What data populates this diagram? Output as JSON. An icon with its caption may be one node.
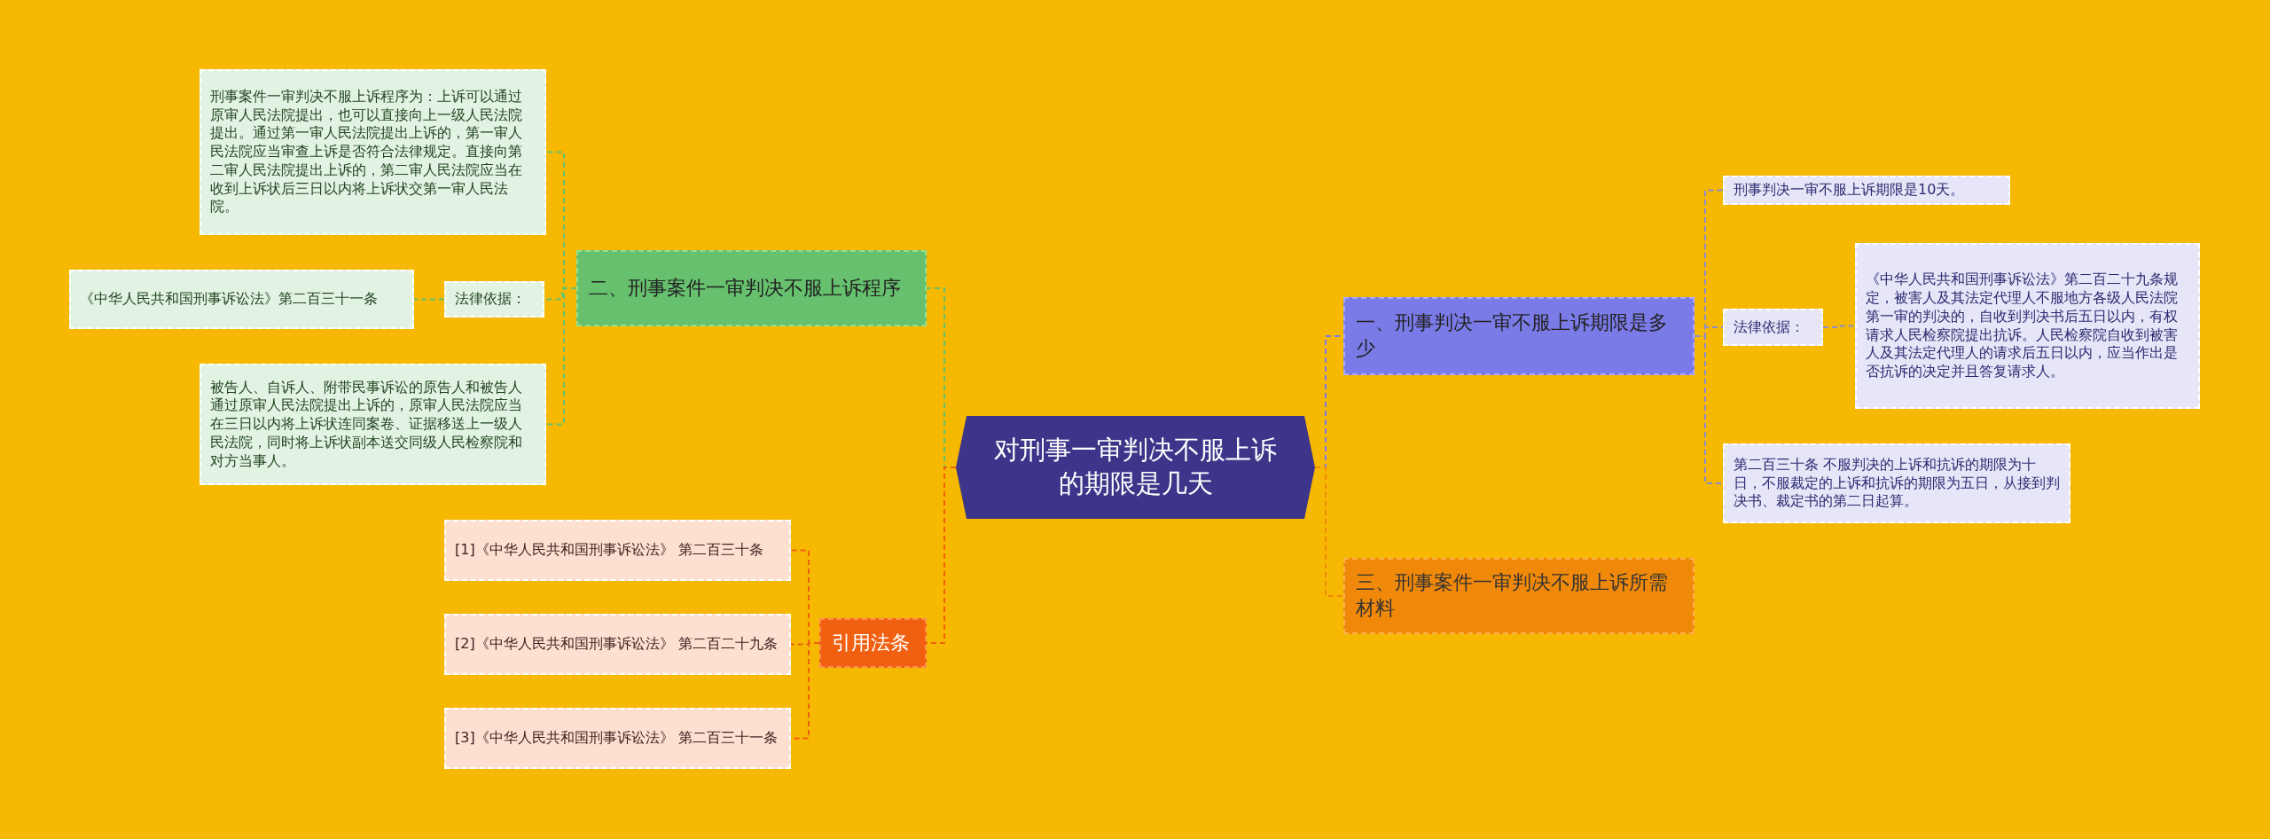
{
  "diagram": {
    "nodes": [
      {
        "text": [
          "对刑事一审判决不服上诉的期限是几天"
        ]
      },
      {
        "text": [
          "一、刑事判决一审不服上诉期限是多少"
        ]
      },
      {
        "text": [
          "刑事判决一审不服上诉期限是10天。"
        ]
      },
      {
        "text": [
          "法律依据："
        ]
      },
      {
        "text": [
          "《中华人民共和国刑事诉讼法》第二百二十九条规定，被害人及其法定代理人不服地方各级人民法院第一审的判决的，自收到判决书后五日以内，有权请求人民检察院提出抗诉。人民检察院自收到被害人及其法定代理人的请求后五日以内，应当作出是否抗诉的决定并且答复请求人。"
        ]
      },
      {
        "text": [
          "第二百三十条  不服判决的上诉和抗诉的期限为十日，不服裁定的上诉和抗诉的期限为五日，从接到判决书、裁定书的第二日起算。"
        ]
      },
      {
        "text": [
          "三、刑事案件一审判决不服上诉所需材料"
        ]
      },
      {
        "text": [
          "二、刑事案件一审判决不服上诉程序"
        ]
      },
      {
        "text": [
          "刑事案件一审判决不服上诉程序为：上诉可以通过原审人民法院提出，也可以直接向上一级人民法院提出。通过第一审人民法院提出上诉的，第一审人民法院应当审查上诉是否符合法律规定。直接向第二审人民法院提出上诉的，第二审人民法院应当在收到上诉状后三日以内将上诉状交第一审人民法院。"
        ]
      },
      {
        "text": [
          "法律依据："
        ]
      },
      {
        "text": [
          "《中华人民共和国刑事诉讼法》第二百三十一条"
        ]
      },
      {
        "text": [
          "被告人、自诉人、附带民事诉讼的原告人和被告人通过原审人民法院提出上诉的，原审人民法院应当在三日以内将上诉状连同案卷、证据移送上一级人民法院，同时将上诉状副本送交同级人民检察院和对方当事人。"
        ]
      },
      {
        "text": [
          "引用法条"
        ]
      },
      {
        "text": [
          "[1]《中华人民共和国刑事诉讼法》 第二百三十条"
        ]
      },
      {
        "text": [
          "[2]《中华人民共和国刑事诉讼法》 第二百二十九条"
        ]
      },
      {
        "text": [
          "[3]《中华人民共和国刑事诉讼法》 第二百三十一条"
        ]
      }
    ],
    "edges": [
      {
        "from": 0,
        "to": 1,
        "arrow": "none",
        "style": "dashed",
        "color": "#7b7be8"
      },
      {
        "from": 0,
        "to": 6,
        "arrow": "none",
        "style": "dashed",
        "color": "#f0890a"
      },
      {
        "from": 0,
        "to": 7,
        "arrow": "none",
        "style": "dashed",
        "color": "#66c06e"
      },
      {
        "from": 0,
        "to": 12,
        "arrow": "none",
        "style": "dashed",
        "color": "#f06010"
      },
      {
        "from": 1,
        "to": 2,
        "arrow": "none",
        "style": "dashed",
        "color": "#8c8cd0"
      },
      {
        "from": 1,
        "to": 3,
        "arrow": "none",
        "style": "dashed",
        "color": "#8c8cd0"
      },
      {
        "from": 1,
        "to": 5,
        "arrow": "none",
        "style": "dashed",
        "color": "#8c8cd0"
      },
      {
        "from": 3,
        "to": 4,
        "arrow": "none",
        "style": "dashed",
        "color": "#8c8cd0"
      },
      {
        "from": 7,
        "to": 8,
        "arrow": "none",
        "style": "dashed",
        "color": "#66c06e"
      },
      {
        "from": 7,
        "to": 9,
        "arrow": "none",
        "style": "dashed",
        "color": "#66c06e"
      },
      {
        "from": 7,
        "to": 11,
        "arrow": "none",
        "style": "dashed",
        "color": "#66c06e"
      },
      {
        "from": 9,
        "to": 10,
        "arrow": "none",
        "style": "dashed",
        "color": "#66c06e"
      },
      {
        "from": 12,
        "to": 13,
        "arrow": "none",
        "style": "dashed",
        "color": "#f06010"
      },
      {
        "from": 12,
        "to": 14,
        "arrow": "none",
        "style": "dashed",
        "color": "#f06010"
      },
      {
        "from": 12,
        "to": 15,
        "arrow": "none",
        "style": "dashed",
        "color": "#f06010"
      }
    ]
  }
}
